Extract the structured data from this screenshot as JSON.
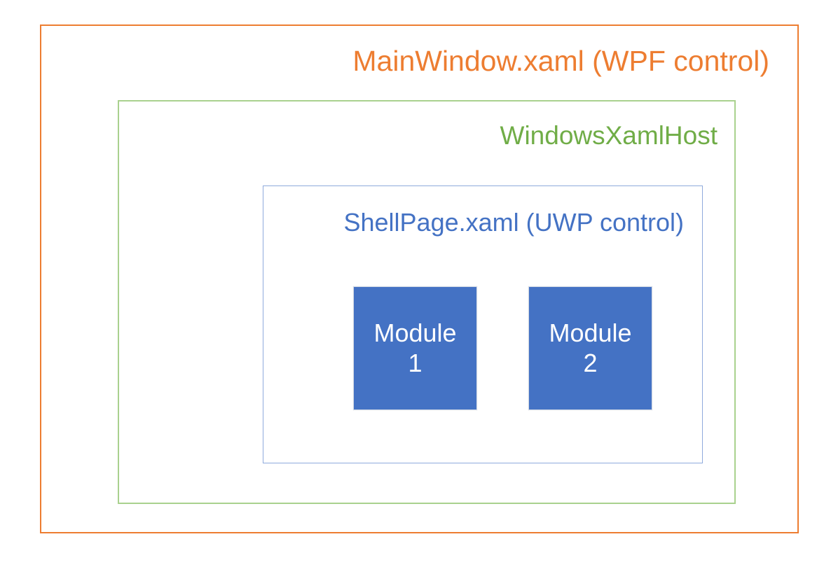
{
  "diagram": {
    "title_text": "MainWindow.xaml (WPF control)",
    "layers": [
      {
        "id": "wpf",
        "label": "MainWindow.xaml (WPF control)",
        "color": "#ED7D31"
      },
      {
        "id": "xamlhost",
        "label": "WindowsXamlHost",
        "color": "#70AD47"
      },
      {
        "id": "shellpage",
        "label": "ShellPage.xaml (UWP control)",
        "color": "#4472C4"
      }
    ],
    "modules": [
      {
        "word": "Module",
        "number": "1",
        "fill": "#4472C4",
        "text_color": "#FFFFFF"
      },
      {
        "word": "Module",
        "number": "2",
        "fill": "#4472C4",
        "text_color": "#FFFFFF"
      }
    ],
    "colors": {
      "wpf_border": "#ED7D31",
      "xamlhost_border": "#A9D18E",
      "shellpage_border": "#8FAADC",
      "module_fill": "#4472C4",
      "background": "#FFFFFF"
    }
  }
}
